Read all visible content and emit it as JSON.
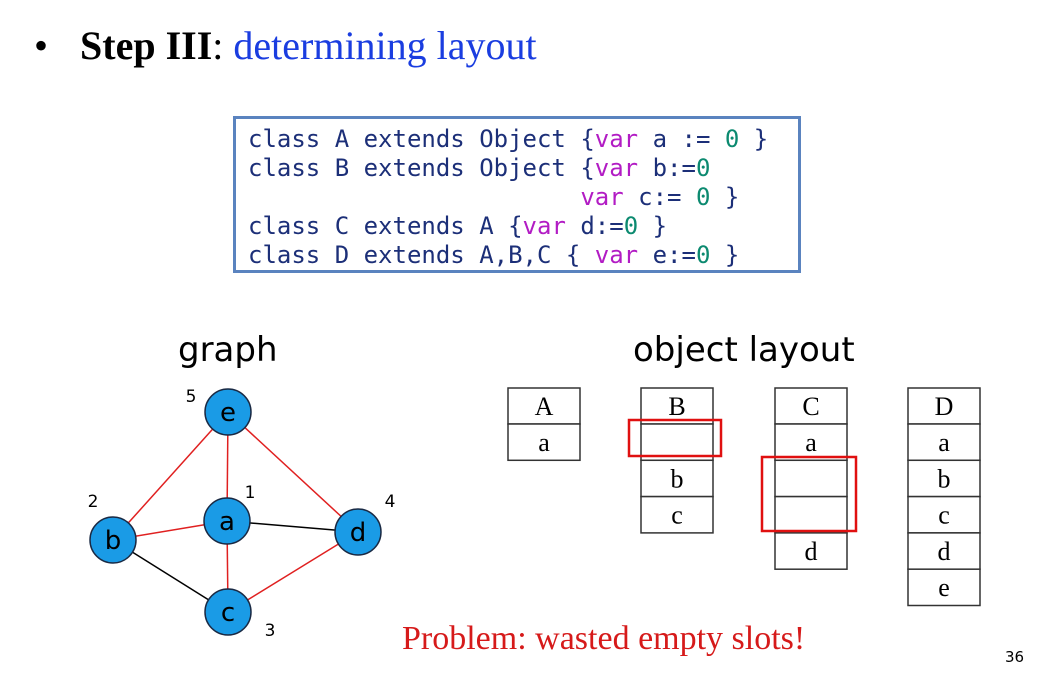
{
  "title": {
    "bullet": "•",
    "bold": "Step III",
    "colon": ": ",
    "rest": "determining layout"
  },
  "code": [
    [
      {
        "t": "class A extends Object {",
        "c": "txt"
      },
      {
        "t": "var",
        "c": "kw"
      },
      {
        "t": " a := ",
        "c": "txt"
      },
      {
        "t": "0",
        "c": "num"
      },
      {
        "t": " }",
        "c": "txt"
      }
    ],
    [
      {
        "t": "class B extends Object {",
        "c": "txt"
      },
      {
        "t": "var",
        "c": "kw"
      },
      {
        "t": " b:=",
        "c": "txt"
      },
      {
        "t": "0",
        "c": "num"
      }
    ],
    [
      {
        "t": "                       ",
        "c": "txt"
      },
      {
        "t": "var",
        "c": "kw"
      },
      {
        "t": " c:= ",
        "c": "txt"
      },
      {
        "t": "0",
        "c": "num"
      },
      {
        "t": " }",
        "c": "txt"
      }
    ],
    [
      {
        "t": "class C extends A {",
        "c": "txt"
      },
      {
        "t": "var",
        "c": "kw"
      },
      {
        "t": " d:=",
        "c": "txt"
      },
      {
        "t": "0",
        "c": "num"
      },
      {
        "t": " }",
        "c": "txt"
      }
    ],
    [
      {
        "t": "class D extends A,B,C { ",
        "c": "txt"
      },
      {
        "t": "var",
        "c": "kw"
      },
      {
        "t": " e:=",
        "c": "txt"
      },
      {
        "t": "0",
        "c": "num"
      },
      {
        "t": " }",
        "c": "txt"
      }
    ]
  ],
  "graph_label": "graph",
  "layout_label": "object layout",
  "graph": {
    "nodes": [
      {
        "id": "e",
        "label": "e",
        "number": "5"
      },
      {
        "id": "a",
        "label": "a",
        "number": "1"
      },
      {
        "id": "b",
        "label": "b",
        "number": "2"
      },
      {
        "id": "d",
        "label": "d",
        "number": "4"
      },
      {
        "id": "c",
        "label": "c",
        "number": "3"
      }
    ],
    "edges": [
      {
        "from": "e",
        "to": "b",
        "color": "red"
      },
      {
        "from": "e",
        "to": "d",
        "color": "red"
      },
      {
        "from": "e",
        "to": "a",
        "color": "red"
      },
      {
        "from": "b",
        "to": "a",
        "color": "red"
      },
      {
        "from": "a",
        "to": "c",
        "color": "red"
      },
      {
        "from": "c",
        "to": "d",
        "color": "red"
      },
      {
        "from": "a",
        "to": "d",
        "color": "black"
      },
      {
        "from": "b",
        "to": "c",
        "color": "black"
      }
    ],
    "node_color": "#1a9be6"
  },
  "tables": [
    {
      "name": "A",
      "slots": [
        "a"
      ]
    },
    {
      "name": "B",
      "slots": [
        "",
        "b",
        "c"
      ]
    },
    {
      "name": "C",
      "slots": [
        "a",
        "",
        "",
        "d"
      ]
    },
    {
      "name": "D",
      "slots": [
        "a",
        "b",
        "c",
        "d",
        "e"
      ]
    }
  ],
  "highlight_color": "#e01010",
  "problem": "Problem: wasted empty slots!",
  "page_number": "36"
}
